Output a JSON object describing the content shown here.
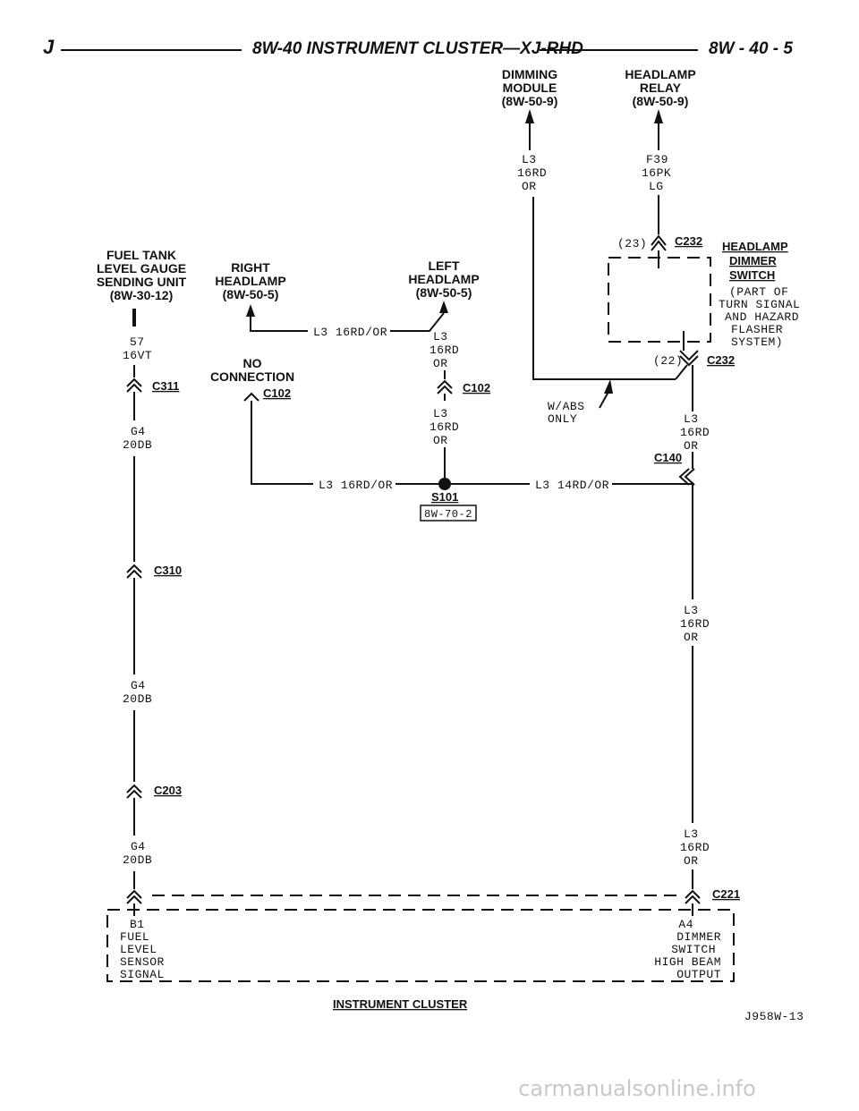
{
  "header": {
    "left_letter": "J",
    "title": "8W-40 INSTRUMENT CLUSTER—XJ-RHD",
    "page_number": "8W - 40 - 5"
  },
  "components": {
    "dimming_module": [
      "DIMMING",
      "MODULE",
      "(8W-50-9)"
    ],
    "headlamp_relay": [
      "HEADLAMP",
      "RELAY",
      "(8W-50-9)"
    ],
    "fuel_tank": [
      "FUEL TANK",
      "LEVEL GAUGE",
      "SENDING UNIT",
      "(8W-30-12)"
    ],
    "right_headlamp": [
      "RIGHT",
      "HEADLAMP",
      "(8W-50-5)"
    ],
    "left_headlamp": [
      "LEFT",
      "HEADLAMP",
      "(8W-50-5)"
    ],
    "dimmer_switch": [
      "HEADLAMP",
      "DIMMER",
      "SWITCH"
    ],
    "dimmer_switch_note": [
      "(PART OF",
      "TURN SIGNAL",
      "AND HAZARD",
      "FLASHER",
      "SYSTEM)"
    ],
    "no_connection": [
      "NO",
      "CONNECTION"
    ],
    "instrument_cluster": "INSTRUMENT CLUSTER"
  },
  "wires": {
    "l3_dim": [
      "L3",
      "16RD",
      "OR"
    ],
    "f39": [
      "F39",
      "16PK",
      "LG"
    ],
    "w57": [
      "57",
      "16VT"
    ],
    "g4_a": [
      "G4",
      "20DB"
    ],
    "g4_b": [
      "G4",
      "20DB"
    ],
    "g4_c": [
      "G4",
      "20DB"
    ],
    "l3_headlamp_h": "L3 16RD/OR",
    "l3_left": [
      "L3",
      "16RD",
      "OR"
    ],
    "l3_below_c102": [
      "L3",
      "16RD",
      "OR"
    ],
    "l3_splice_left": "L3 16RD/OR",
    "l3_splice_right": "L3 14RD/OR",
    "l3_right_a": [
      "L3",
      "16RD",
      "OR"
    ],
    "l3_right_b": [
      "L3",
      "16RD",
      "OR"
    ],
    "l3_right_c": [
      "L3",
      "16RD",
      "OR"
    ],
    "w_abs": [
      "W/ABS",
      "ONLY"
    ]
  },
  "connectors": {
    "c232_top": "C232",
    "c232_top_pin": "(23)",
    "c232_bottom": "C232",
    "c232_bottom_pin": "(22)",
    "c311": "C311",
    "c310": "C310",
    "c203": "C203",
    "c102_right": "C102",
    "c102_left": "C102",
    "c140": "C140",
    "c221": "C221",
    "s101": "S101",
    "s101_ref": "8W-70-2"
  },
  "cluster_pins": {
    "b1": [
      "B1",
      "FUEL",
      "LEVEL",
      "SENSOR",
      "SIGNAL"
    ],
    "a4": [
      "A4",
      "DIMMER",
      "SWITCH",
      "HIGH BEAM",
      "OUTPUT"
    ]
  },
  "figure_id": "J958W-13",
  "watermark": "carmanualsonline.info"
}
